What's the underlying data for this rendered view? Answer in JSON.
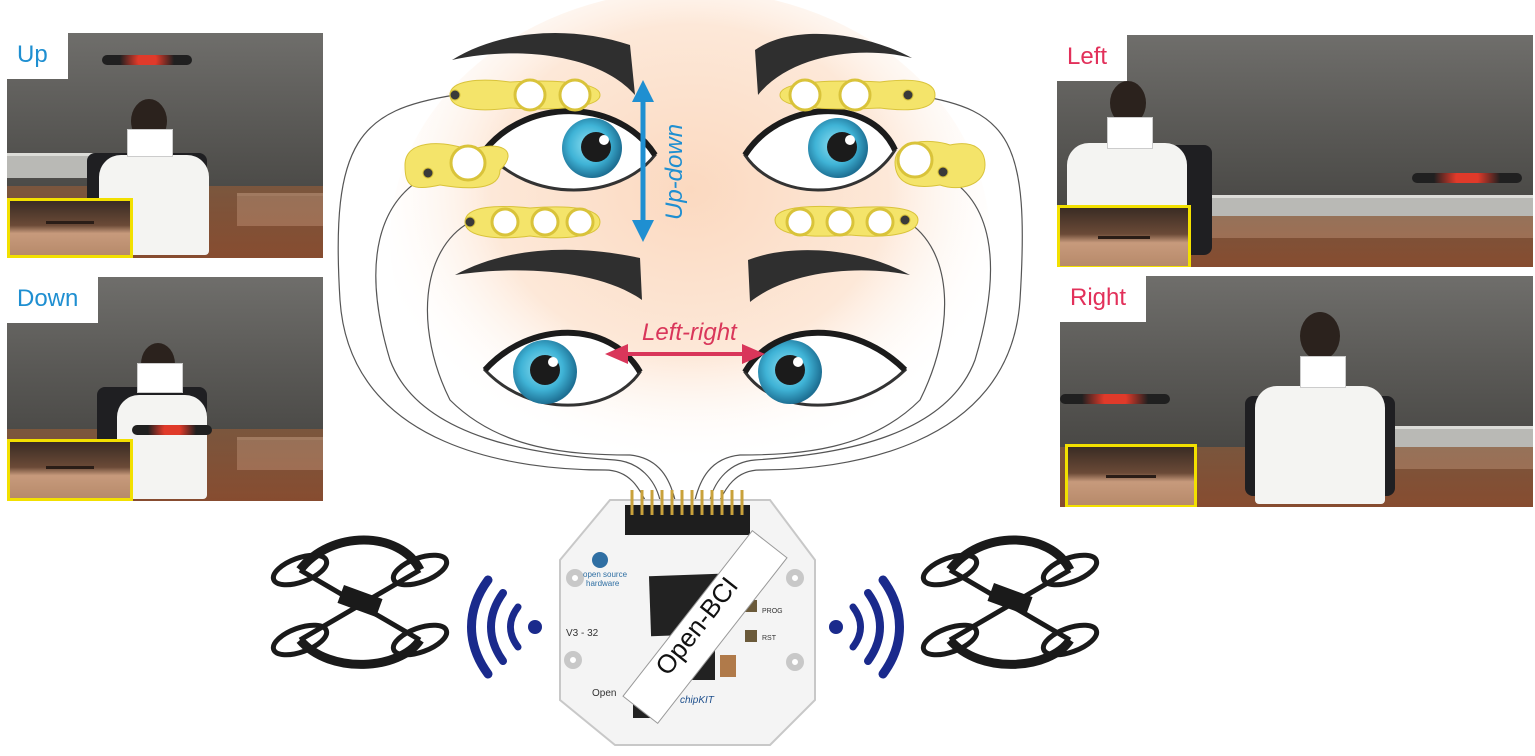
{
  "photos": {
    "up": {
      "label": "Up"
    },
    "down": {
      "label": "Down"
    },
    "left": {
      "label": "Left"
    },
    "right": {
      "label": "Right"
    }
  },
  "arrows": {
    "vertical": {
      "label": "Up-down"
    },
    "horizontal": {
      "label": "Left-right"
    }
  },
  "board": {
    "name": "Open-BCI",
    "logo_line1": "open source",
    "logo_line2": "hardware",
    "version": "V3 - 32",
    "brand": "chipKIT",
    "prog": "PROG",
    "rst": "RST",
    "partial_text": "Open"
  },
  "colors": {
    "label_blue": "#1f8fd1",
    "label_red": "#e2305a",
    "electrode": "#f4e46a",
    "iris": "#3fb3d6",
    "wireless": "#1a2a8c",
    "inset_border": "#f2e000"
  }
}
